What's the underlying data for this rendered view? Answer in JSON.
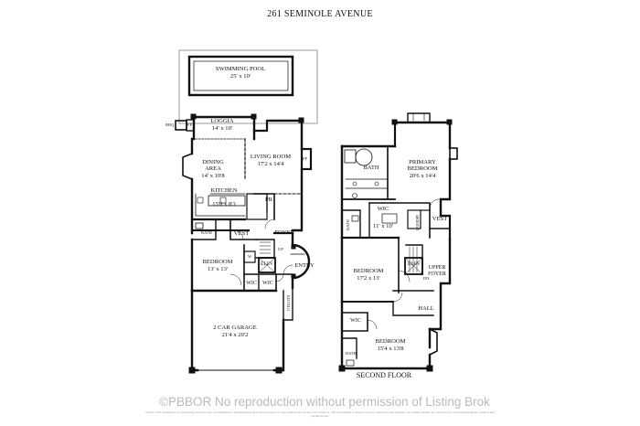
{
  "title": "261 SEMINOLE AVENUE",
  "floor_label": "SECOND FLOOR",
  "watermark": "©PBBOR No reproduction without permission of Listing Brok",
  "disclaimer": "Notice: This rendering is for marketing purposes only. All dimensions, measurements and square footage are approximate and are not to be relied on. The information is subject to errors, omissions and changes. An architect should be contacted for actual measurements, features and specifications.",
  "first_floor": {
    "rooms": [
      {
        "key": "pool",
        "name": "SWIMMING POOL",
        "dims": "25' x 10'"
      },
      {
        "key": "loggia",
        "name": "LOGGIA",
        "dims": "14' x 10'"
      },
      {
        "key": "dining",
        "name": "DINING\nAREA",
        "dims": "14' x 10'8"
      },
      {
        "key": "living",
        "name": "LIVING ROOM",
        "dims": "17'2 x 14'4"
      },
      {
        "key": "kitchen",
        "name": "KITCHEN",
        "dims": "15'8 x 8'3"
      },
      {
        "key": "bedroom",
        "name": "BEDROOM",
        "dims": "13' x 13'"
      },
      {
        "key": "garage",
        "name": "2 CAR GARAGE",
        "dims": "21'4 x 20'2"
      },
      {
        "key": "foyer",
        "name": "FOYER",
        "dims": ""
      },
      {
        "key": "entry",
        "name": "ENTRY",
        "dims": ""
      },
      {
        "key": "vest",
        "name": "VEST",
        "dims": ""
      },
      {
        "key": "pr",
        "name": "PR",
        "dims": ""
      },
      {
        "key": "elev",
        "name": "ELEV",
        "dims": ""
      },
      {
        "key": "wic1",
        "name": "WIC",
        "dims": ""
      },
      {
        "key": "wic2",
        "name": "WIC",
        "dims": ""
      }
    ],
    "tags": {
      "bbq": "BBQ",
      "fp1": "FP",
      "fp2": "FP",
      "bath": "BATH",
      "up": "UP",
      "utility": "UTILITY",
      "w": "W"
    }
  },
  "second_floor": {
    "rooms": [
      {
        "key": "primary",
        "name": "PRIMARY\nBEDROOM",
        "dims": "20'6 x 14'4"
      },
      {
        "key": "bath",
        "name": "BATH",
        "dims": ""
      },
      {
        "key": "wic",
        "name": "WIC",
        "dims": "11' x 10'"
      },
      {
        "key": "vest",
        "name": "VEST",
        "dims": ""
      },
      {
        "key": "bedroom2",
        "name": "BEDROOM",
        "dims": "17'2 x 13'"
      },
      {
        "key": "elev",
        "name": "ELEV",
        "dims": ""
      },
      {
        "key": "upper_foyer",
        "name": "UPPER\nFOYER",
        "dims": ""
      },
      {
        "key": "hall",
        "name": "HALL",
        "dims": ""
      },
      {
        "key": "wic2",
        "name": "WIC",
        "dims": ""
      },
      {
        "key": "bedroom3",
        "name": "BEDROOM",
        "dims": "15'4 x 13'8"
      }
    ],
    "tags": {
      "bath_v": "BATH",
      "bath_small": "BATH",
      "laundry": "LAUNDRY",
      "dn": "DN"
    }
  }
}
